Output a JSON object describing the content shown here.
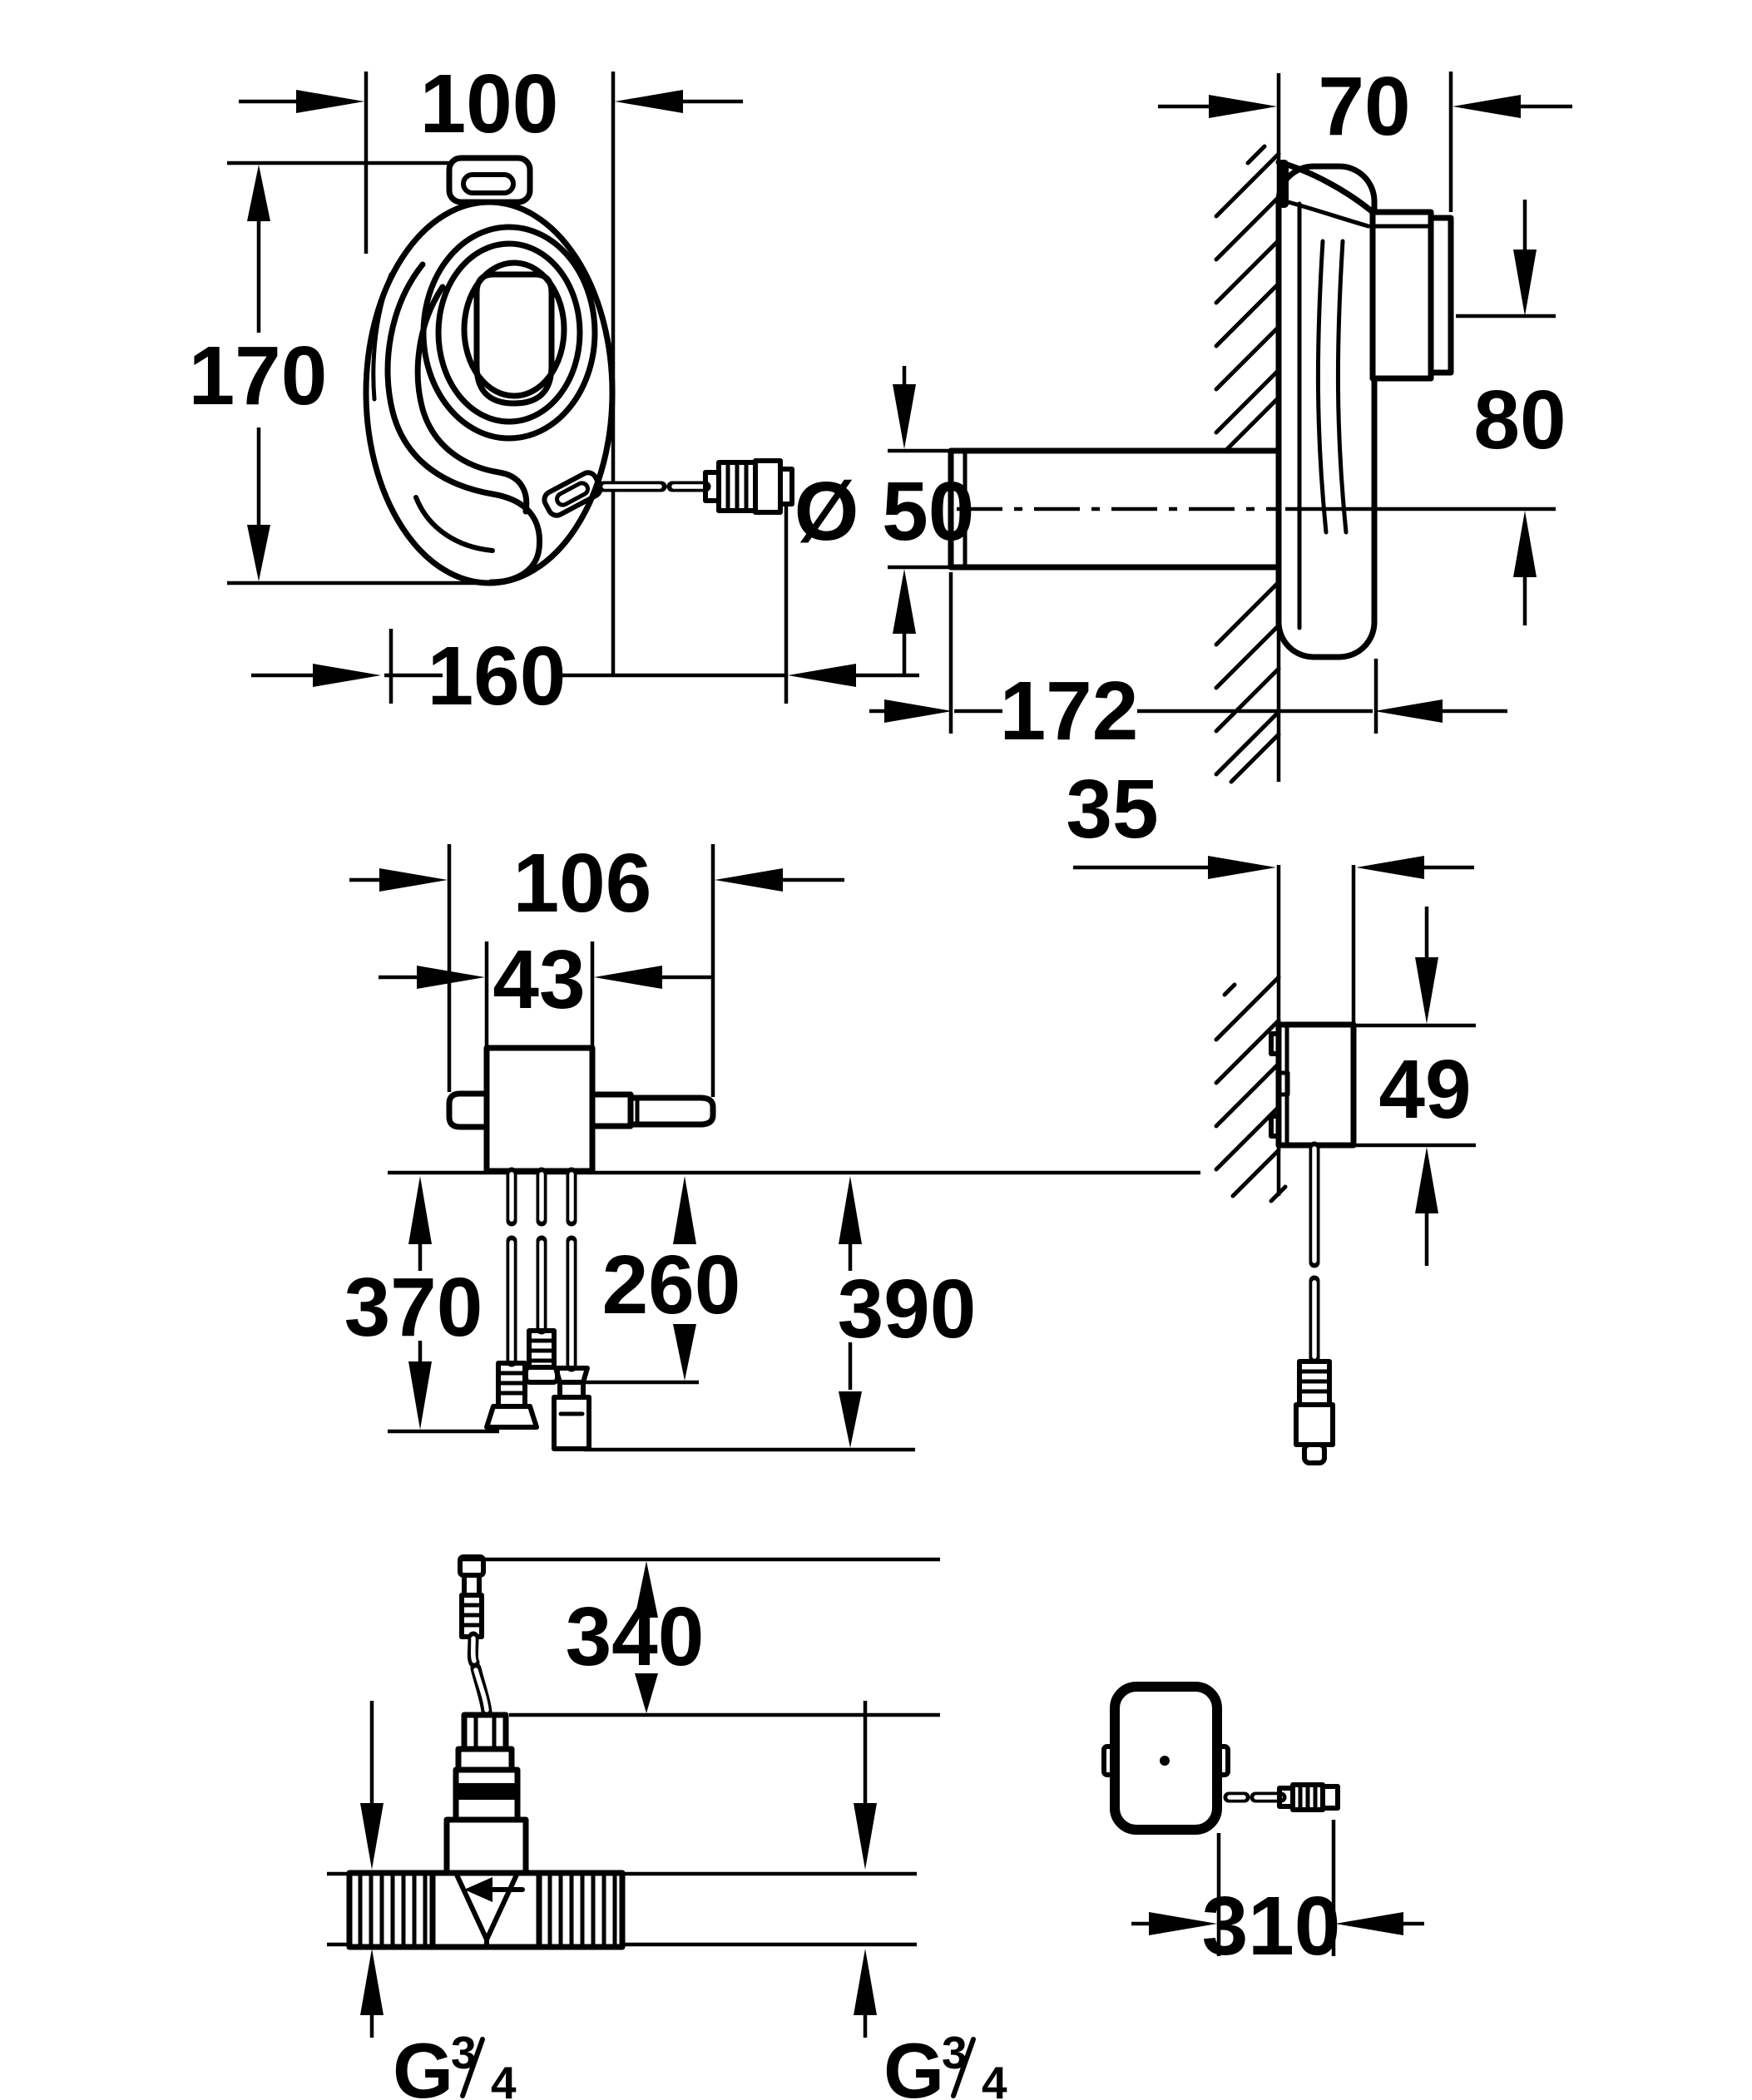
{
  "drawing": {
    "views": {
      "cover_front": {
        "width": "100",
        "height": "170",
        "cable_reach": "160"
      },
      "cover_side": {
        "depth": "70",
        "outlet_offset": "80",
        "pipe_diameter": "Ø 50",
        "assembly_depth": "172"
      },
      "control_front": {
        "width_total": "106",
        "width_body": "43",
        "cable_left": "370",
        "cable_middle": "260",
        "cable_right": "390"
      },
      "control_side": {
        "depth": "35",
        "height": "49"
      },
      "valve": {
        "sensor_cable": "340",
        "thread_g": "G",
        "thread_numerator": "3",
        "thread_denominator": "4"
      },
      "power_box": {
        "cable_length": "310"
      }
    }
  }
}
